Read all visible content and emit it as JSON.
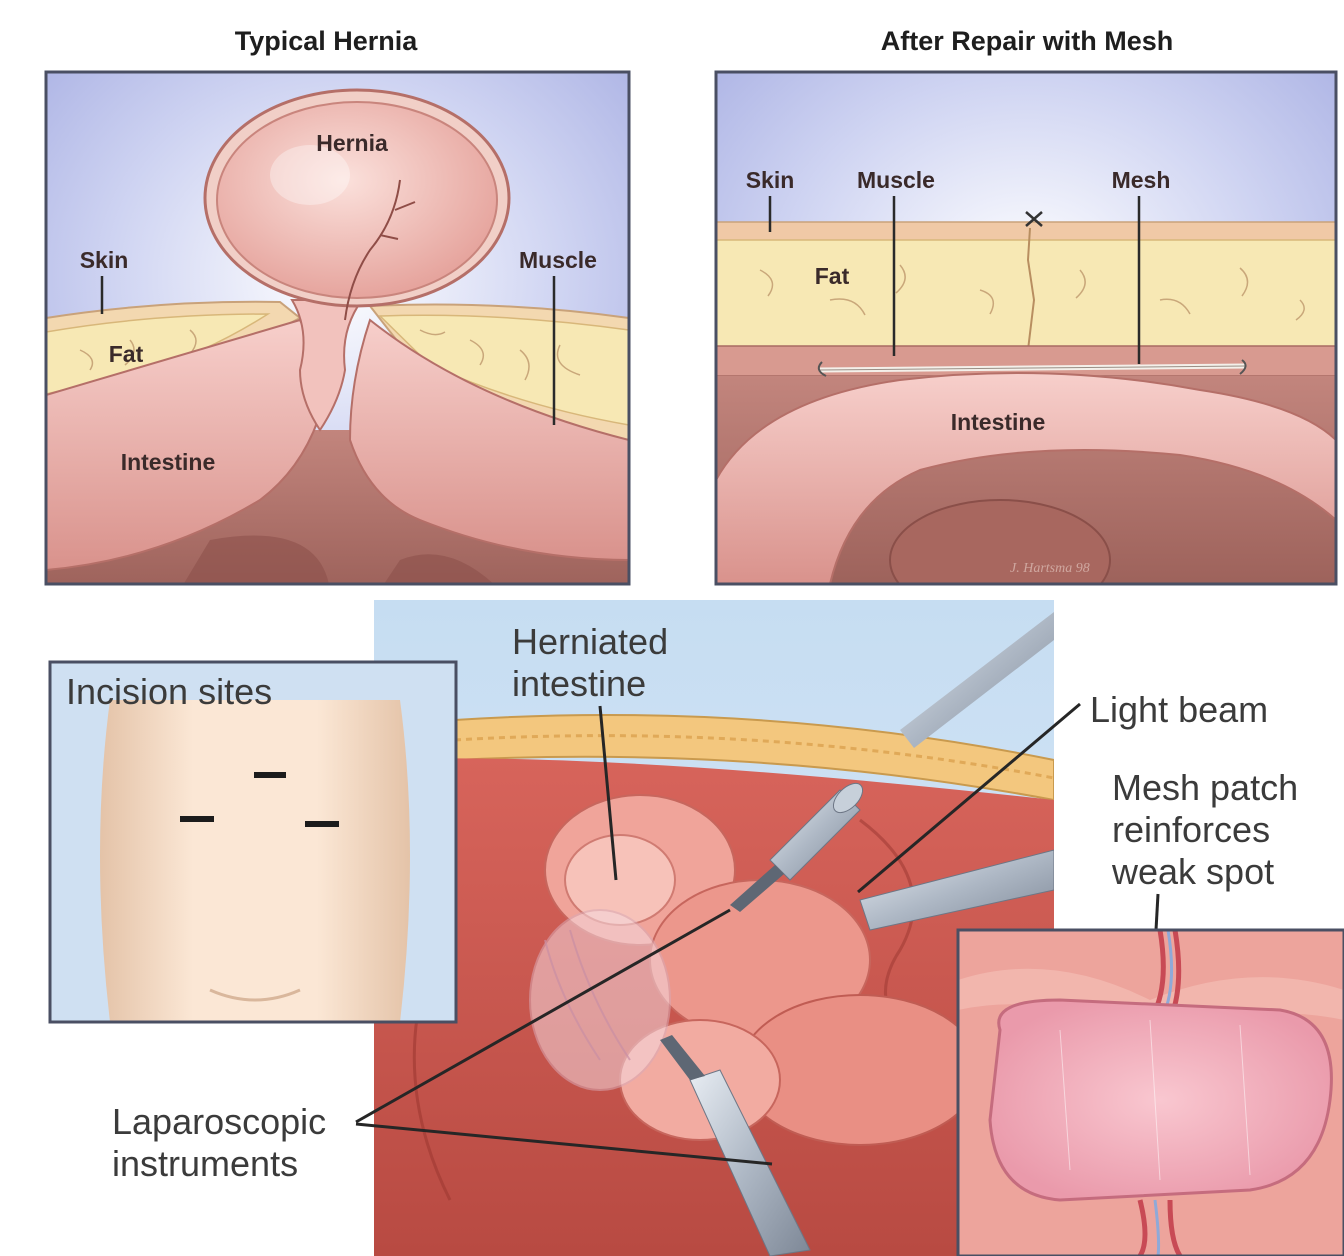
{
  "panels": {
    "typical_hernia": {
      "title": "Typical Hernia",
      "labels": {
        "hernia": "Hernia",
        "skin": "Skin",
        "muscle": "Muscle",
        "fat": "Fat",
        "intestine": "Intestine"
      }
    },
    "after_repair": {
      "title": "After Repair with Mesh",
      "labels": {
        "skin": "Skin",
        "muscle": "Muscle",
        "mesh": "Mesh",
        "fat": "Fat",
        "intestine": "Intestine"
      },
      "signature": "J. Hartsma 98"
    },
    "incision_sites": {
      "title": "Incision sites"
    },
    "laparoscopic_view": {
      "herniated_intestine": [
        "Herniated",
        "intestine"
      ],
      "light_beam": "Light beam",
      "mesh_patch": [
        "Mesh patch",
        "reinforces",
        "weak spot"
      ],
      "laparoscopic_instruments": [
        "Laparoscopic",
        "instruments"
      ]
    }
  },
  "colors": {
    "background_blue": "#b8bfe8",
    "skin_line": "#d9a78f",
    "fat_yellow": "#f4e2a6",
    "intestine_pink": "#e8a9a4",
    "cavity_dark": "#b77a72",
    "abdomen_skin": "#f7dcc6",
    "panel_border": "#4a4f63"
  }
}
